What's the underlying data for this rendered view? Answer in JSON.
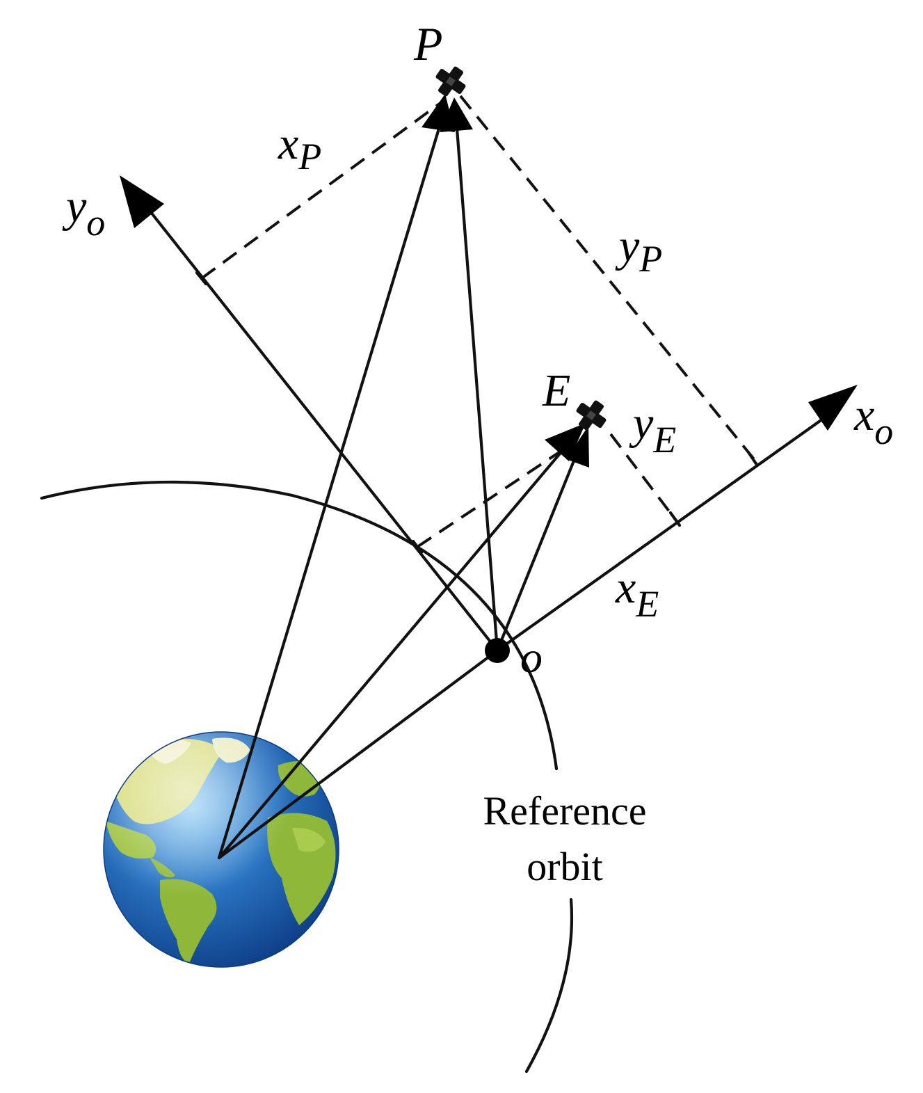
{
  "labels": {
    "P": "P",
    "E": "E",
    "O": "o",
    "x_o": {
      "base": "x",
      "sub": "o"
    },
    "y_o": {
      "base": "y",
      "sub": "o"
    },
    "x_P": {
      "base": "x",
      "sub": "P"
    },
    "y_P": {
      "base": "y",
      "sub": "P"
    },
    "x_E": {
      "base": "x",
      "sub": "E"
    },
    "y_E": {
      "base": "y",
      "sub": "E"
    }
  },
  "orbit_caption": {
    "line1": "Reference",
    "line2": "orbit"
  },
  "colors": {
    "ink": "#111111",
    "ocean": "#1f5fae",
    "ocean_light": "#5aa9e6",
    "land": "#8fb83a",
    "land_light": "#d8dc7a",
    "ice": "#f3f0c8"
  },
  "icons": {
    "satellite": "satellite-cross-icon",
    "earth": "earth-globe-icon"
  }
}
